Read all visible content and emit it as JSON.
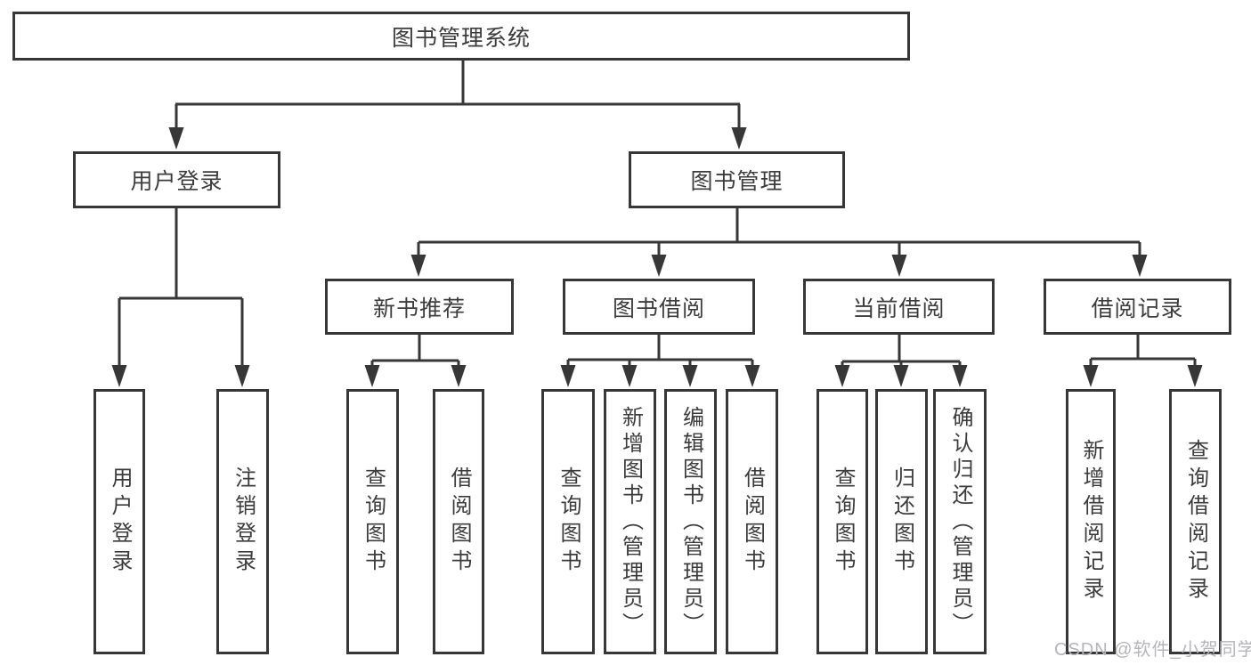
{
  "diagram": {
    "watermark": "CSDN @软件_小贺同学",
    "colors": {
      "line": "#373737",
      "text": "#3c3c3c",
      "watermark": "#b5b5ba",
      "background": "#ffffff"
    },
    "nodes": {
      "root": {
        "label": "图书管理系统"
      },
      "user_login": {
        "label": "用户登录",
        "children": [
          {
            "label": "用户登录"
          },
          {
            "label": "注销登录"
          }
        ]
      },
      "book_management": {
        "label": "图书管理"
      },
      "new_book_recommend": {
        "label": "新书推荐",
        "children": [
          {
            "label": "查询图书"
          },
          {
            "label": "借阅图书"
          }
        ]
      },
      "book_borrowing": {
        "label": "图书借阅",
        "children": [
          {
            "label": "查询图书"
          },
          {
            "label": "新增图书（管理员）"
          },
          {
            "label": "编辑图书（管理员）"
          },
          {
            "label": "借阅图书"
          }
        ]
      },
      "current_borrowing": {
        "label": "当前借阅",
        "children": [
          {
            "label": "查询图书"
          },
          {
            "label": "归还图书"
          },
          {
            "label": "确认归还（管理员）"
          }
        ]
      },
      "borrowing_records": {
        "label": "借阅记录",
        "children": [
          {
            "label": "新增借阅记录"
          },
          {
            "label": "查询借阅记录"
          }
        ]
      }
    }
  }
}
